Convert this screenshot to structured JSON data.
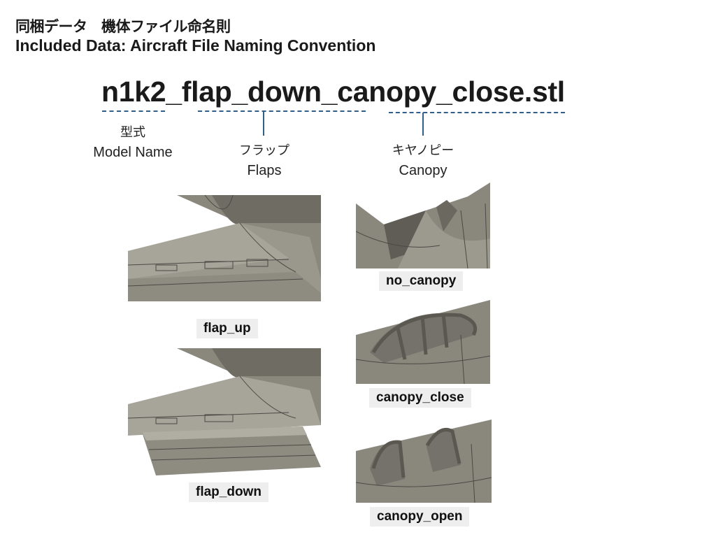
{
  "header": {
    "title_jp": "同梱データ　機体ファイル命名則",
    "title_en": "Included Data: Aircraft File Naming Convention"
  },
  "filename_example": "n1k2_flap_down_canopy_close.stl",
  "segments": [
    {
      "jp": "型式",
      "en": "Model Name"
    },
    {
      "jp": "フラップ",
      "en": "Flaps"
    },
    {
      "jp": "キヤノピー",
      "en": "Canopy"
    }
  ],
  "images": {
    "flap_up": "flap_up",
    "flap_down": "flap_down",
    "no_canopy": "no_canopy",
    "canopy_close": "canopy_close",
    "canopy_open": "canopy_open"
  },
  "colors": {
    "accent": "#2f5f8a",
    "model_gray": "#7f7d74",
    "tag_bg": "#eeeeee"
  }
}
